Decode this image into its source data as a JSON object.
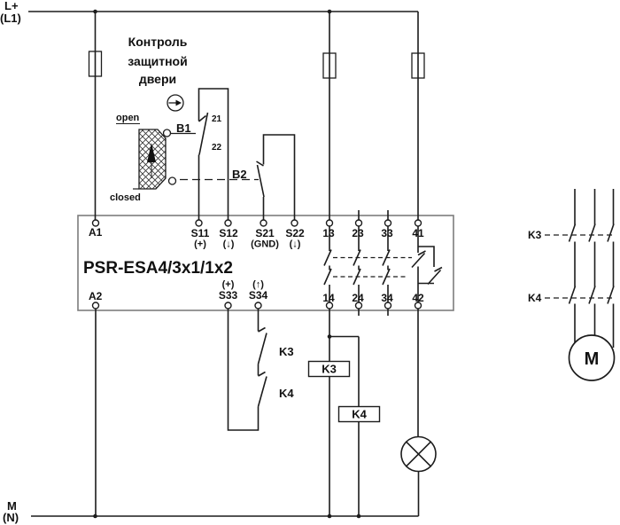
{
  "colors": {
    "wire": "#1c1c1c",
    "block_border": "#7d7d7d",
    "background": "#ffffff"
  },
  "icons": {
    "door": "hatched-door-symbol",
    "actuation": "circle-with-right-arrow",
    "fuse": "fuse-rectangle",
    "lamp": "crossed-circle",
    "motor": "circle-with-M"
  },
  "supply": {
    "top_line1": "L+",
    "top_line2": "(L1)",
    "bottom_line1": "M",
    "bottom_line2": "(N)"
  },
  "heading": {
    "line1": "Контроль",
    "line2": "защитной",
    "line3": "двери"
  },
  "door": {
    "open_label": "open",
    "closed_label": "closed"
  },
  "sensors": {
    "b1": "B1",
    "b2": "B2",
    "contact_top": "21",
    "contact_bottom": "22"
  },
  "relay": {
    "model": "PSR-ESA4/3x1/1x2",
    "a1": "A1",
    "a2": "A2",
    "s11": "S11",
    "s11_sub": "(+)",
    "s12": "S12",
    "s12_sub": "(↓)",
    "s21": "S21",
    "s21_sub": "(GND)",
    "s22": "S22",
    "s22_sub": "(↓)",
    "s33": "S33",
    "s33_sub": "(+)",
    "s34": "S34",
    "s34_sub": "(↑)",
    "t13": "13",
    "t23": "23",
    "t33": "33",
    "t41": "41",
    "t14": "14",
    "t24": "24",
    "t34": "34",
    "t42": "42"
  },
  "feedback": {
    "k3": "K3",
    "k4": "K4"
  },
  "coils": {
    "k3": "K3",
    "k4": "K4"
  },
  "contactors": {
    "k3": "K3",
    "k4": "K4"
  },
  "motor": {
    "label": "M"
  }
}
